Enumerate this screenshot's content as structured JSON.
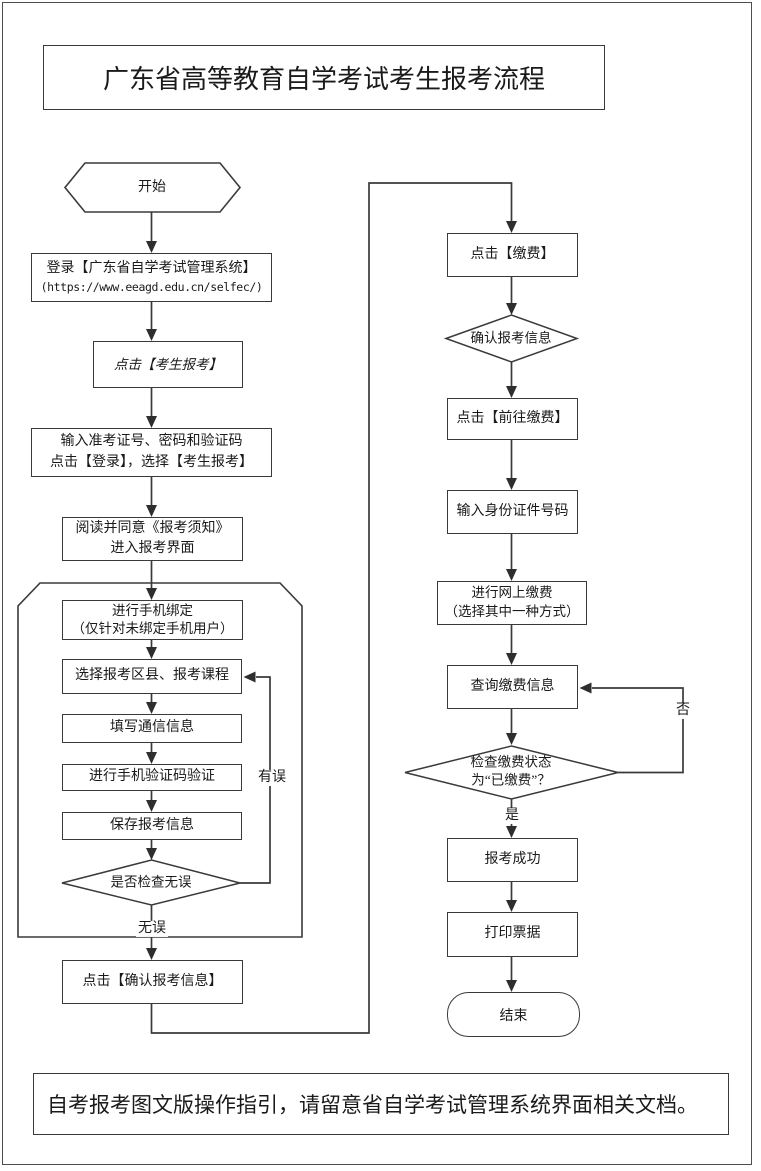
{
  "page": {
    "title": "广东省高等教育自学考试考生报考流程",
    "footer_note": "自考报考图文版操作指引，请留意省自学考试管理系统界面相关文档。"
  },
  "nodes": {
    "start": "开始",
    "login_system_line1": "登录【广东省自学考试管理系统】",
    "login_system_line2": "(https://www.eeagd.edu.cn/selfec/)",
    "click_candidate_register": "点击【考生报考】",
    "enter_credentials_line1": "输入准考证号、密码和验证码",
    "enter_credentials_line2": "点击【登录】，选择【考生报考】",
    "read_notice_line1": "阅读并同意《报考须知》",
    "read_notice_line2": "进入报考界面",
    "bind_phone_line1": "进行手机绑定",
    "bind_phone_line2": "（仅针对未绑定手机用户）",
    "select_district_courses": "选择报考区县、报考课程",
    "fill_contact_info": "填写通信信息",
    "sms_verify": "进行手机验证码验证",
    "save_register_info": "保存报考信息",
    "check_no_error": "是否检查无误",
    "confirm_register_info": "点击【确认报考信息】",
    "click_pay": "点击【缴费】",
    "confirm_info_check": "确认报考信息",
    "goto_pay": "点击【前往缴费】",
    "enter_id_number": "输入身份证件号码",
    "online_pay_line1": "进行网上缴费",
    "online_pay_line2": "（选择其中一种方式）",
    "query_pay_info": "查询缴费信息",
    "check_paid_line1": "检查缴费状态",
    "check_paid_line2": "为“已缴费”？",
    "register_success": "报考成功",
    "print_receipt": "打印票据",
    "end": "结束"
  },
  "edge_labels": {
    "no_error": "无误",
    "has_error": "有误",
    "yes": "是",
    "no": "否"
  },
  "colors": {
    "line": "#3a3a3a",
    "text": "#1a1a1a",
    "background": "#ffffff"
  }
}
